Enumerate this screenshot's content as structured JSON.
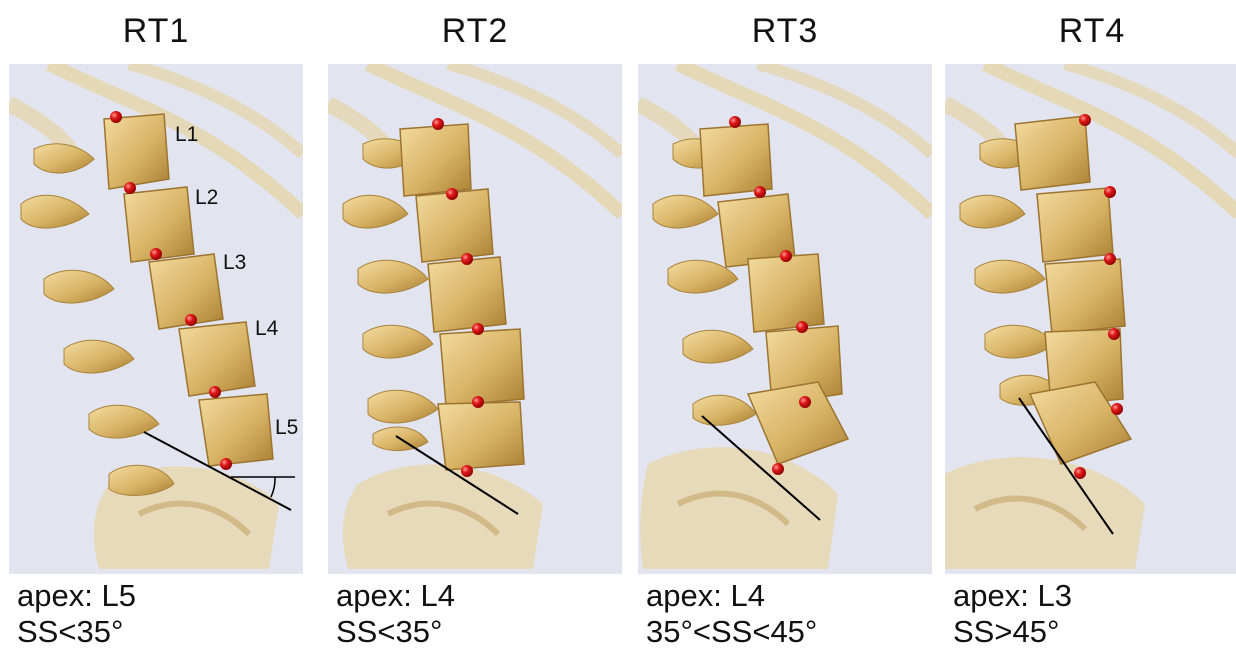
{
  "panels": [
    {
      "id": "RT1",
      "title": "RT1",
      "apex": "apex: L5",
      "ss": "SS<35°",
      "vertebra_labels": [
        "L1",
        "L2",
        "L3",
        "L4",
        "L5"
      ]
    },
    {
      "id": "RT2",
      "title": "RT2",
      "apex": "apex: L4",
      "ss": "SS<35°"
    },
    {
      "id": "RT3",
      "title": "RT3",
      "apex": "apex: L4",
      "ss": "35°<SS<45°"
    },
    {
      "id": "RT4",
      "title": "RT4",
      "apex": "apex: L3",
      "ss": "SS>45°"
    }
  ],
  "colors": {
    "background": "#e2e5ef",
    "bone": "#d8b365",
    "bone_dark": "#b08a3e",
    "marker": "#d01010",
    "line": "#000000"
  }
}
